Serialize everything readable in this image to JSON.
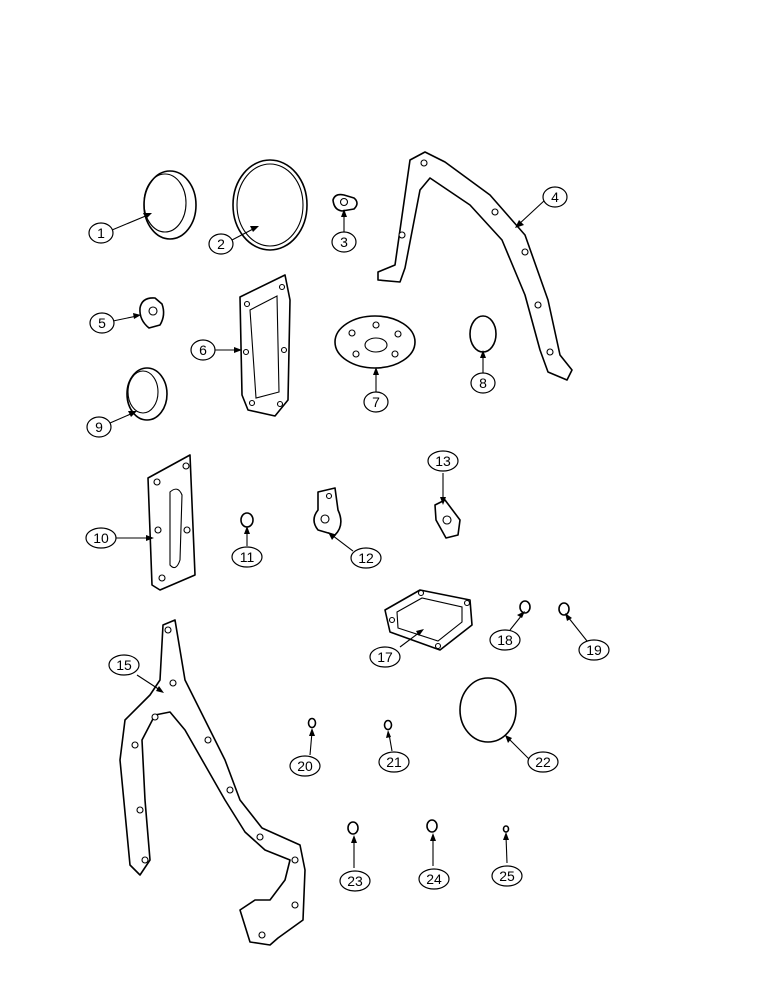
{
  "callouts": [
    "1",
    "2",
    "3",
    "4",
    "5",
    "6",
    "7",
    "8",
    "9",
    "10",
    "11",
    "12",
    "13",
    "15",
    "17",
    "18",
    "19",
    "20",
    "21",
    "22",
    "23",
    "24",
    "25"
  ]
}
